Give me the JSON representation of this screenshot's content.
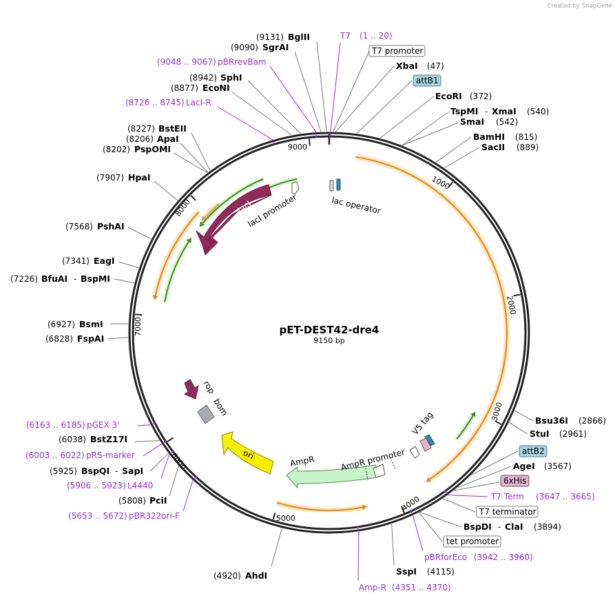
{
  "plasmid": {
    "name": "pET-DEST42-dre4",
    "length": "9150 bp"
  },
  "credit": {
    "prefix": "Created by",
    "brand": "SnapGene"
  },
  "ticks": [
    "1000",
    "2000",
    "3000",
    "4000",
    "5000",
    "6000",
    "7000",
    "8000",
    "9000"
  ],
  "enzymes": {
    "bglii": {
      "pos": "(9131)",
      "name": "BglII"
    },
    "sgrai": {
      "pos": "(9090)",
      "name": "SgrAI"
    },
    "sphi": {
      "pos": "(8942)",
      "name": "SphI"
    },
    "econi": {
      "pos": "(8877)",
      "name": "EcoNI"
    },
    "bsteii": {
      "pos": "(8227)",
      "name": "BstEII"
    },
    "apai": {
      "pos": "(8206)",
      "name": "ApaI"
    },
    "pspomi": {
      "pos": "(8202)",
      "name": "PspOMI"
    },
    "hpai": {
      "pos": "(7907)",
      "name": "HpaI"
    },
    "pshai": {
      "pos": "(7568)",
      "name": "PshAI"
    },
    "eagi": {
      "pos": "(7341)",
      "name": "EagI"
    },
    "bfuai": {
      "pos": "(7226)",
      "name": "BfuAI",
      "name2": "BspMI"
    },
    "bsmi": {
      "pos": "(6927)",
      "name": "BsmI"
    },
    "fspai": {
      "pos": "(6828)",
      "name": "FspAI"
    },
    "bstz17i": {
      "pos": "(6038)",
      "name": "BstZ17I"
    },
    "bspqi": {
      "pos": "(5925)",
      "name": "BspQI",
      "name2": "SapI"
    },
    "pcii": {
      "pos": "(5808)",
      "name": "PciI"
    },
    "ahdi": {
      "pos": "(4920)",
      "name": "AhdI"
    },
    "xbai": {
      "pos": "(47)",
      "name": "XbaI"
    },
    "ecori": {
      "pos": "(372)",
      "name": "EcoRI"
    },
    "tspmi": {
      "pos": "(540)",
      "name": "TspMI",
      "name2": "XmaI"
    },
    "smai": {
      "pos": "(542)",
      "name": "SmaI"
    },
    "bamhi": {
      "pos": "(815)",
      "name": "BamHI"
    },
    "sacii": {
      "pos": "(889)",
      "name": "SacII"
    },
    "bsu36i": {
      "pos": "(2866)",
      "name": "Bsu36I"
    },
    "stui": {
      "pos": "(2961)",
      "name": "StuI"
    },
    "agei": {
      "pos": "(3567)",
      "name": "AgeI"
    },
    "bspdi": {
      "pos": "(3894)",
      "name": "BspDI",
      "name2": "ClaI"
    },
    "sspi": {
      "pos": "(4115)",
      "name": "SspI"
    }
  },
  "primers": {
    "t7": {
      "name": "T7",
      "range": "(1 .. 20)"
    },
    "pbrrevbam": {
      "range": "(9048 .. 9067)",
      "name": "pBRrevBam"
    },
    "laci_r": {
      "range": "(8726 .. 8745)",
      "name": "LacI-R"
    },
    "pgex3": {
      "range": "(6163 .. 6185)",
      "name": "pGEX 3'"
    },
    "prsmarker": {
      "range": "(6003 .. 6022)",
      "name": "pRS-marker"
    },
    "l4440": {
      "range": "(5906 .. 5923)",
      "name": "L4440"
    },
    "pbr322ori": {
      "range": "(5653 .. 5672)",
      "name": "pBR322ori-F"
    },
    "t7term": {
      "name": "T7 Term",
      "range": "(3647 .. 3665)"
    },
    "pbrforeco": {
      "name": "pBRforEco",
      "range": "(3942 .. 3960)"
    },
    "ampr": {
      "name": "Amp-R",
      "range": "(4351 .. 4370)"
    }
  },
  "boxed": {
    "t7_promoter": "T7 promoter",
    "attb1": "attB1",
    "attb2": "attB2",
    "his6": "6xHis",
    "t7_terminator": "T7 terminator",
    "tet_promoter": "tet promoter"
  },
  "features": {
    "lac_operator": "lac operator",
    "laci": "lacI",
    "laci_promoter": "lacI promoter",
    "rop": "rop",
    "bom": "bom",
    "ori": "ori",
    "ampr": "AmpR",
    "ampr_promoter": "AmpR promoter",
    "v5_tag": "V5 tag"
  },
  "colors": {
    "backbone": "#222222",
    "primer": "#9a2bd6",
    "orange_arc": "#e08a1e",
    "green_arc": "#3f8f1a",
    "laci": "#8f2a5a",
    "ori": "#f5f000",
    "ampr": "#c8f5c8",
    "attb_box": "#a7d4e0",
    "his_box": "#e0b4cc"
  }
}
